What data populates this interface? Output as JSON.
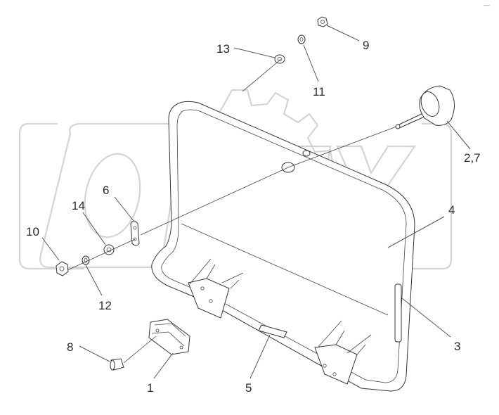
{
  "watermark": {
    "text": "OPEX"
  },
  "corner_mark": "—",
  "callouts": {
    "c1": "1",
    "c2_7": "2,7",
    "c3": "3",
    "c4": "4",
    "c5": "5",
    "c6": "6",
    "c8": "8",
    "c9": "9",
    "c10": "10",
    "c11": "11",
    "c12": "12",
    "c13": "13",
    "c14": "14"
  },
  "colors": {
    "line": "#333333",
    "watermark": "#d4d4d4",
    "text": "#2a2a2a"
  }
}
